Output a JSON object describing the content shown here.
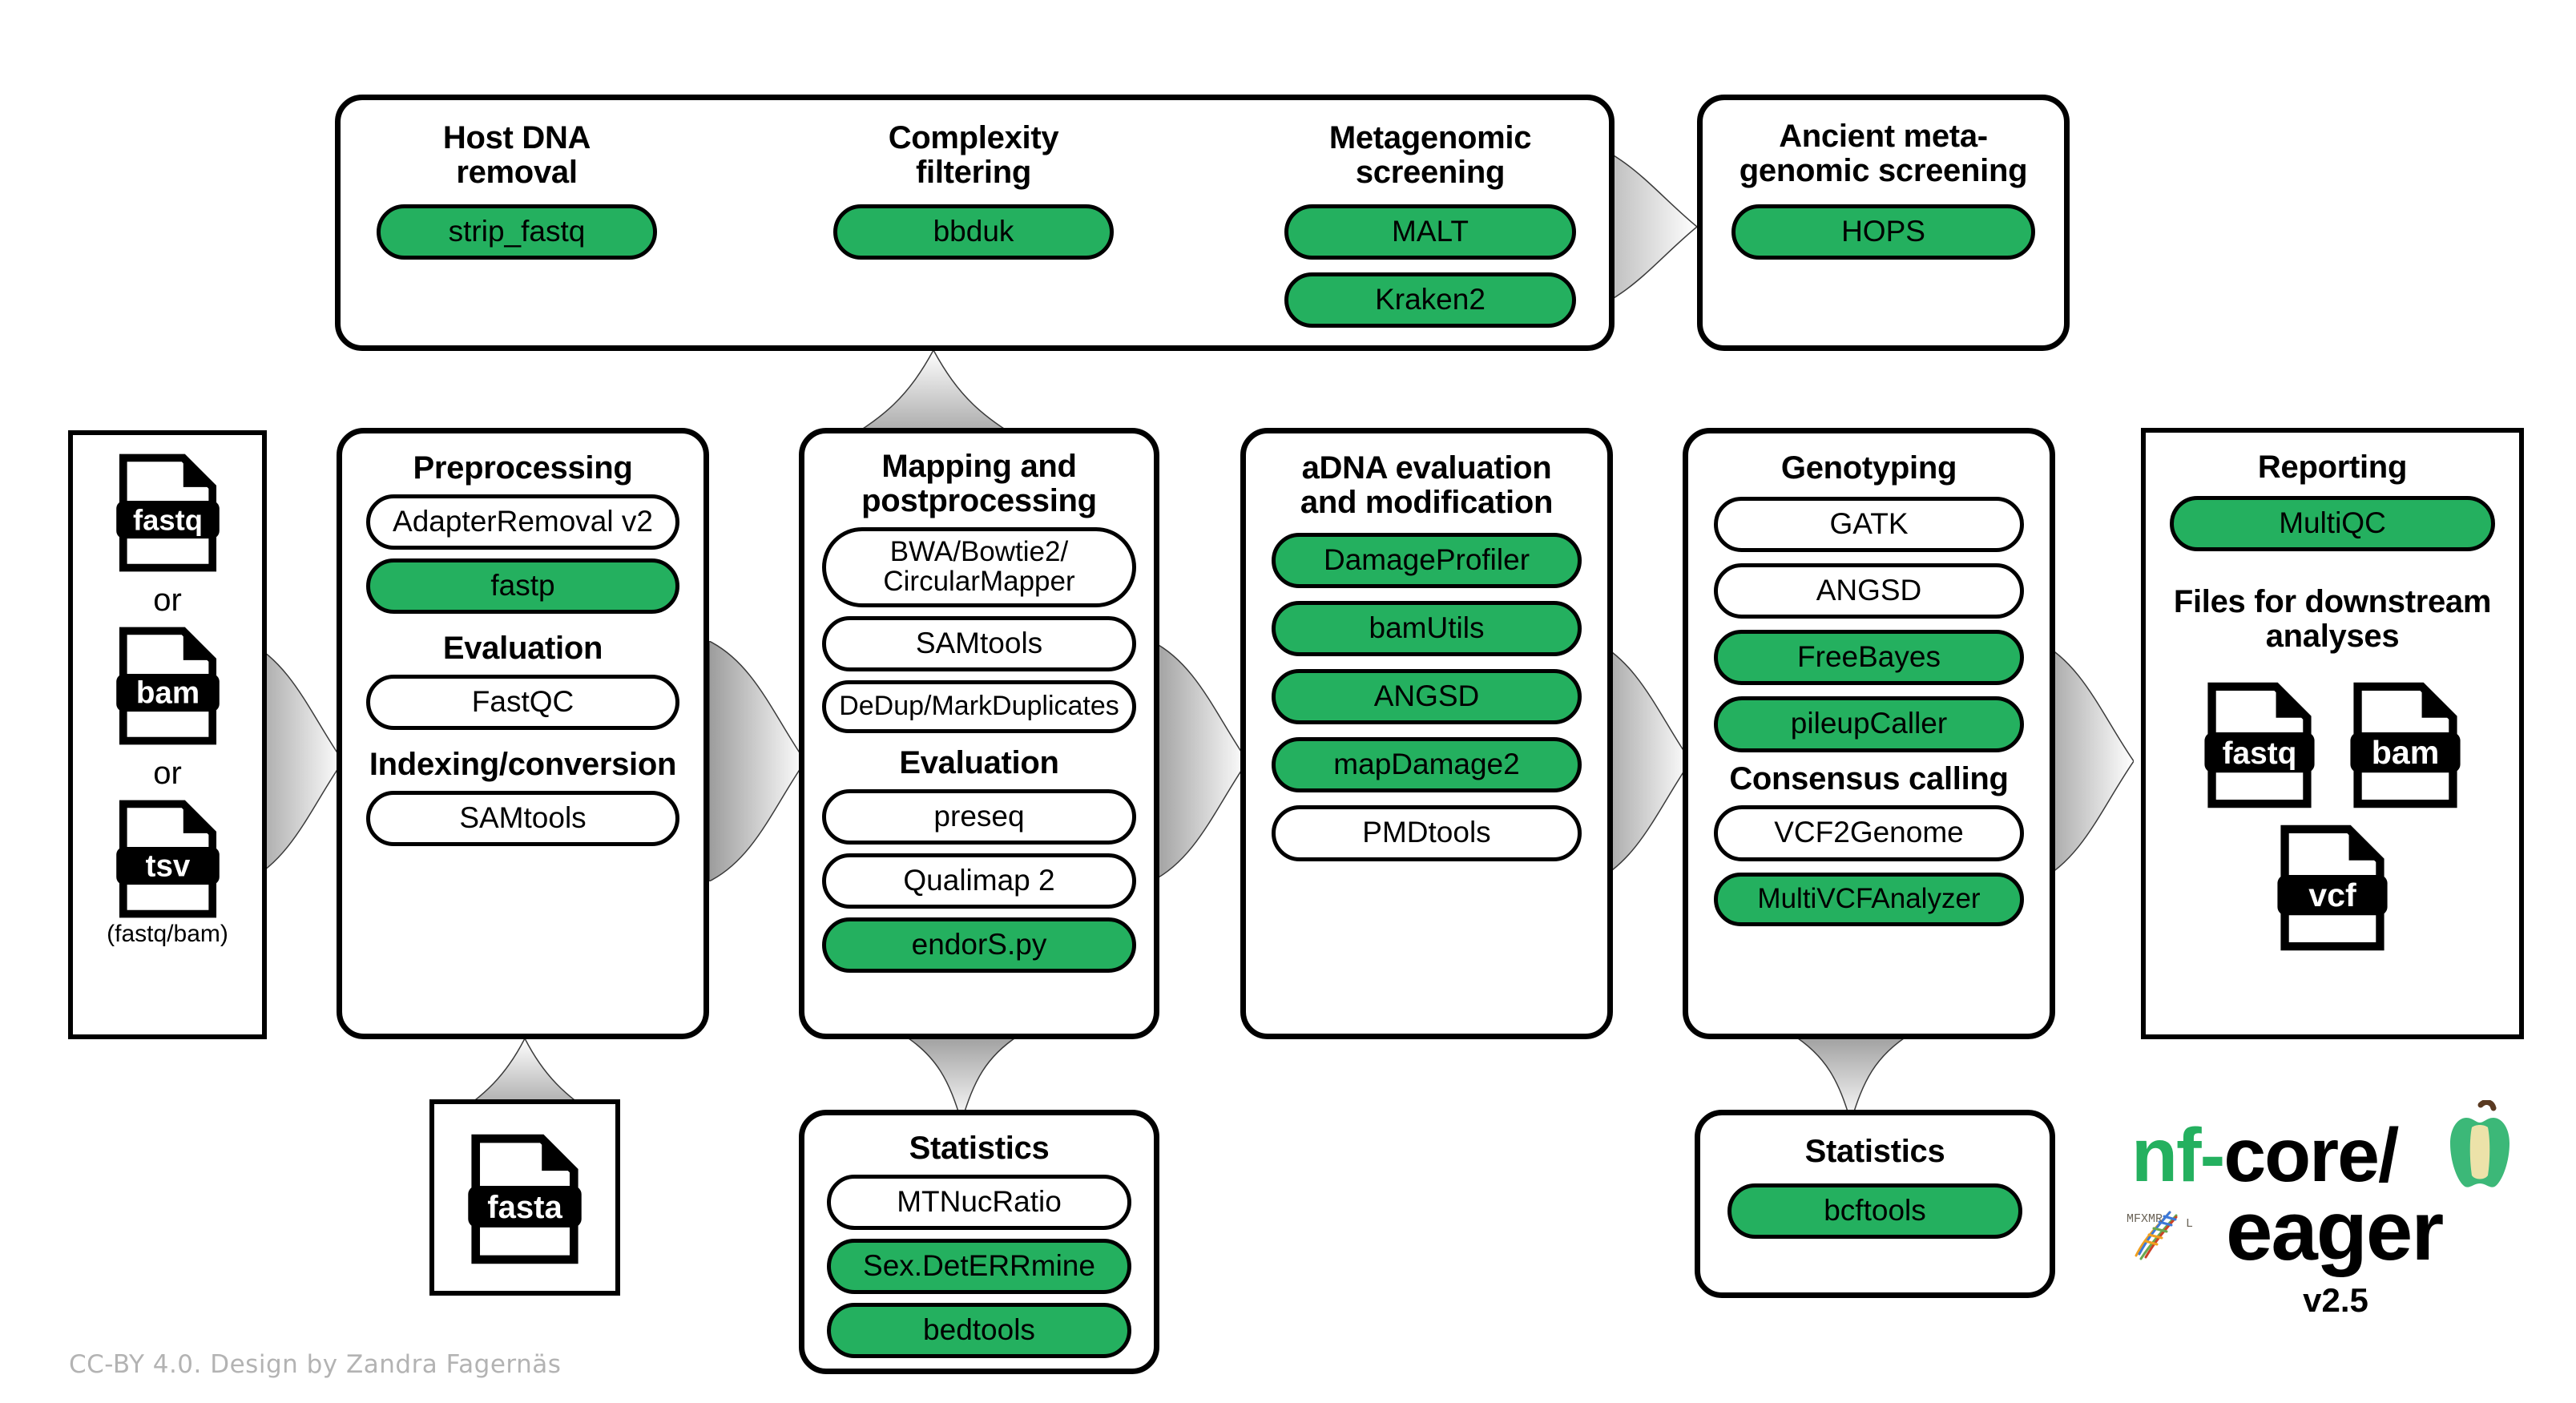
{
  "diagram": {
    "title": "nf-core/eager pipeline overview",
    "accent_green": "#24b05f",
    "outline_color": "#000000",
    "arrow_color": "#9e9e9e"
  },
  "top_container": {
    "groups": [
      {
        "title": "Host DNA\nremoval",
        "tools": [
          {
            "label": "strip_fastq",
            "highlighted": true
          }
        ]
      },
      {
        "title": "Complexity\nfiltering",
        "tools": [
          {
            "label": "bbduk",
            "highlighted": true
          }
        ]
      },
      {
        "title": "Metagenomic\nscreening",
        "tools": [
          {
            "label": "MALT",
            "highlighted": true
          },
          {
            "label": "Kraken2",
            "highlighted": true
          }
        ]
      }
    ]
  },
  "ancient_screening": {
    "title": "Ancient meta-\ngenomic screening",
    "tools": [
      {
        "label": "HOPS",
        "highlighted": true
      }
    ]
  },
  "input_files": {
    "items": [
      {
        "type": "file-icon",
        "label": "fastq"
      },
      {
        "type": "separator",
        "label": "or"
      },
      {
        "type": "file-icon",
        "label": "bam"
      },
      {
        "type": "separator",
        "label": "or"
      },
      {
        "type": "file-icon",
        "label": "tsv"
      }
    ],
    "note": "(fastq/bam)"
  },
  "preprocessing": {
    "title": "Preprocessing",
    "tools": [
      {
        "label": "AdapterRemoval v2",
        "highlighted": false
      },
      {
        "label": "fastp",
        "highlighted": true
      }
    ],
    "sections": [
      {
        "title": "Evaluation",
        "tools": [
          {
            "label": "FastQC",
            "highlighted": false
          }
        ]
      },
      {
        "title": "Indexing/conversion",
        "tools": [
          {
            "label": "SAMtools",
            "highlighted": false
          }
        ]
      }
    ]
  },
  "reference_input": {
    "label": "fasta"
  },
  "mapping": {
    "title": "Mapping and\npostprocessing",
    "tools": [
      {
        "label": "BWA/Bowtie2/\nCircularMapper",
        "highlighted": false
      },
      {
        "label": "SAMtools",
        "highlighted": false
      },
      {
        "label": "DeDup/MarkDuplicates",
        "highlighted": false
      }
    ],
    "sections": [
      {
        "title": "Evaluation",
        "tools": [
          {
            "label": "preseq",
            "highlighted": false
          },
          {
            "label": "Qualimap 2",
            "highlighted": false
          },
          {
            "label": "endorS.py",
            "highlighted": true
          }
        ]
      }
    ]
  },
  "statistics_left": {
    "title": "Statistics",
    "tools": [
      {
        "label": "MTNucRatio",
        "highlighted": false
      },
      {
        "label": "Sex.DetERRmine",
        "highlighted": true
      },
      {
        "label": "bedtools",
        "highlighted": true
      }
    ]
  },
  "adna": {
    "title": "aDNA evaluation\nand modification",
    "tools": [
      {
        "label": "DamageProfiler",
        "highlighted": true
      },
      {
        "label": "bamUtils",
        "highlighted": true
      },
      {
        "label": "ANGSD",
        "highlighted": true
      },
      {
        "label": "mapDamage2",
        "highlighted": true
      },
      {
        "label": "PMDtools",
        "highlighted": false
      }
    ]
  },
  "genotyping": {
    "title": "Genotyping",
    "tools": [
      {
        "label": "GATK",
        "highlighted": false
      },
      {
        "label": "ANGSD",
        "highlighted": false
      },
      {
        "label": "FreeBayes",
        "highlighted": true
      },
      {
        "label": "pileupCaller",
        "highlighted": true
      }
    ],
    "sections": [
      {
        "title": "Consensus calling",
        "tools": [
          {
            "label": "VCF2Genome",
            "highlighted": false
          },
          {
            "label": "MultiVCFAnalyzer",
            "highlighted": true
          }
        ]
      }
    ]
  },
  "statistics_right": {
    "title": "Statistics",
    "tools": [
      {
        "label": "bcftools",
        "highlighted": true
      }
    ]
  },
  "reporting": {
    "title": "Reporting",
    "tools": [
      {
        "label": "MultiQC",
        "highlighted": true
      }
    ],
    "downstream_title": "Files for downstream\nanalyses",
    "downstream_files": [
      "fastq",
      "bam",
      "vcf"
    ]
  },
  "logo": {
    "prefix": "nf-",
    "suffix": "core/",
    "name": "eager",
    "version": "v2.5",
    "apple_green": "#3cb878",
    "apple_stem": "#5a3a22",
    "apple_flesh": "#ece2a9"
  },
  "credit": "CC-BY 4.0. Design by Zandra Fagernäs"
}
